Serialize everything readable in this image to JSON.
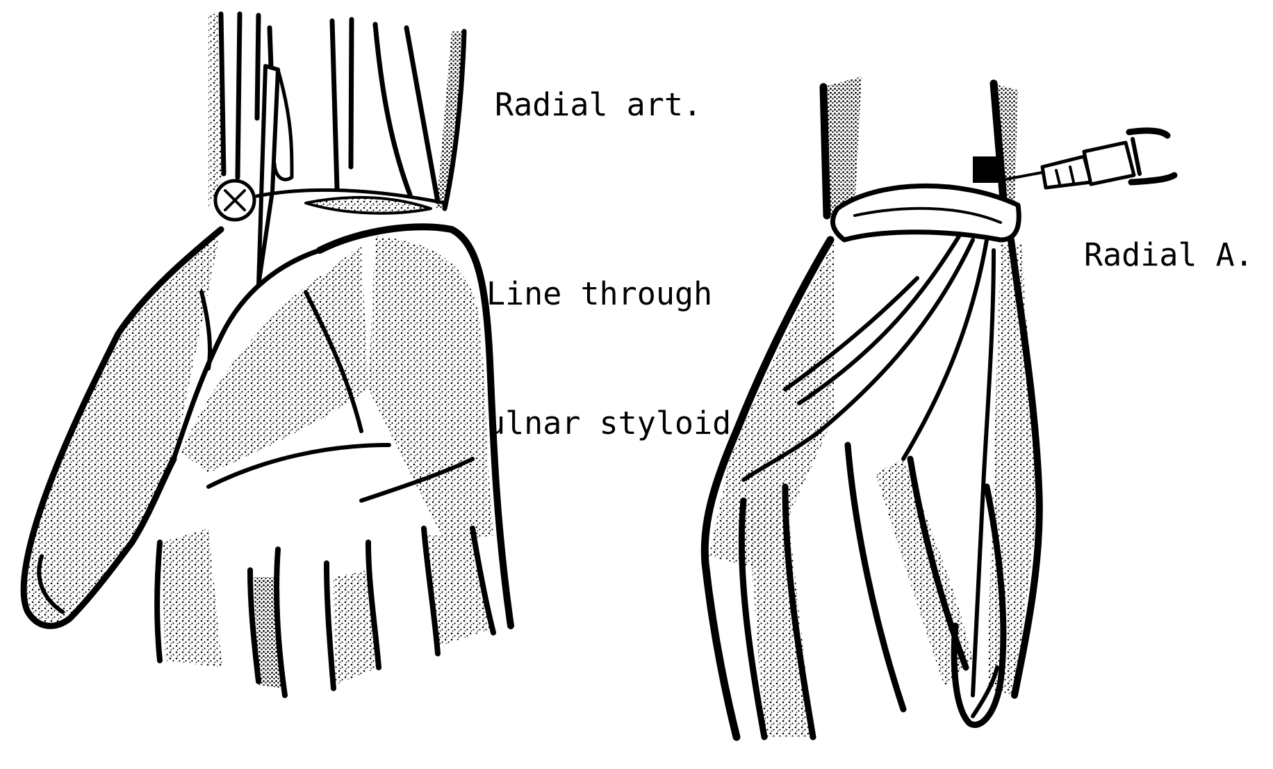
{
  "labels": {
    "radial_art": "Radial art.",
    "line_through_line1": "Line through",
    "line_through_line2": "ulnar styloid",
    "radial_a": "Radial A."
  },
  "colors": {
    "ink": "#000000",
    "paper": "#ffffff"
  }
}
